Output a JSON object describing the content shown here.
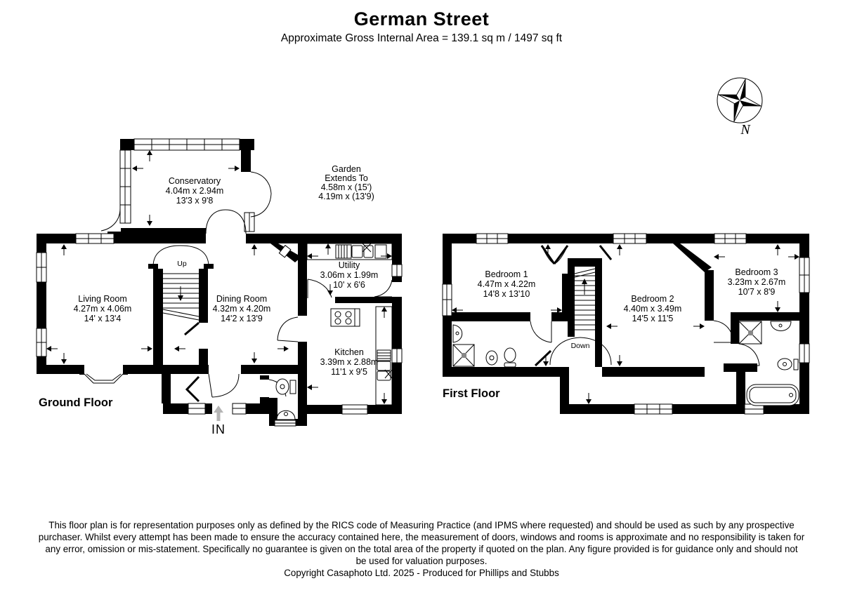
{
  "header": {
    "title": "German Street",
    "subtitle": "Approximate Gross Internal Area = 139.1 sq m / 1497 sq ft"
  },
  "compass": {
    "north_label": "N"
  },
  "ground_floor": {
    "label": "Ground Floor",
    "stairs_label": "Up",
    "entrance_label": "IN",
    "garden_note": {
      "line1": "Garden",
      "line2": "Extends To",
      "line3": "4.58m x (15')",
      "line4": "4.19m x (13'9)"
    },
    "rooms": {
      "conservatory": {
        "name": "Conservatory",
        "metric": "4.04m x 2.94m",
        "imperial": "13'3 x 9'8"
      },
      "living_room": {
        "name": "Living Room",
        "metric": "4.27m x 4.06m",
        "imperial": "14' x 13'4"
      },
      "dining_room": {
        "name": "Dining Room",
        "metric": "4.32m x 4.20m",
        "imperial": "14'2 x 13'9"
      },
      "utility": {
        "name": "Utility",
        "metric": "3.06m x 1.99m",
        "imperial": "10' x 6'6"
      },
      "kitchen": {
        "name": "Kitchen",
        "metric": "3.39m x 2.88m",
        "imperial": "11'1 x 9'5"
      }
    }
  },
  "first_floor": {
    "label": "First Floor",
    "stairs_label": "Down",
    "rooms": {
      "bedroom_1": {
        "name": "Bedroom 1",
        "metric": "4.47m x 4.22m",
        "imperial": "14'8 x 13'10"
      },
      "bedroom_2": {
        "name": "Bedroom 2",
        "metric": "4.40m x 3.49m",
        "imperial": "14'5 x 11'5"
      },
      "bedroom_3": {
        "name": "Bedroom 3",
        "metric": "3.23m x 2.67m",
        "imperial": "10'7 x 8'9"
      }
    }
  },
  "footer": {
    "disclaimer_lines": [
      "This floor plan is for representation purposes only as defined by the RICS code of Measuring Practice (and IPMS where requested) and should be used as such by any prospective",
      "purchaser. Whilst every attempt has been made to ensure the accuracy contained here, the measurement of doors, windows and rooms is approximate and no responsibility is taken for",
      "any error, omission or mis-statement. Specifically no guarantee is given on the total area of the property if quoted on the plan. Any figure provided is for guidance only and should not",
      "be used for valuation purposes."
    ],
    "copyright": "Copyright Casaphoto Ltd. 2025 - Produced for Phillips and Stubbs"
  },
  "colors": {
    "wall": "#000000",
    "background": "#ffffff",
    "entrance_arrow": "#b4b4b4"
  }
}
